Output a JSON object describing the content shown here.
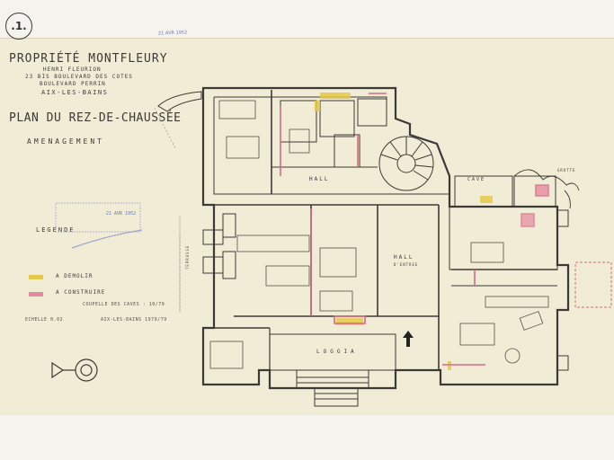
{
  "sheet_number": ".1.",
  "stamp_date": "21 AVR 1952",
  "title": {
    "property": "PROPRIÉTÉ MONTFLEURY",
    "owner": "HENRI FLEURION",
    "address1": "23 BIS BOULEVARD DES COTES",
    "address2": "BOULEVARD PERRIN",
    "city": "AIX-LES-BAINS",
    "plan": "PLAN DU REZ-DE-CHAUSSÉE",
    "subtitle": "AMENAGEMENT"
  },
  "legend": {
    "heading": "LEGENDE",
    "items": [
      {
        "label": "A DEMOLIR",
        "color": "#e6c84a"
      },
      {
        "label": "A CONSTRUIRE",
        "color": "#e58aa0"
      }
    ]
  },
  "footer": {
    "scale": "ECHELLE 0.02",
    "place_date": "AIX-LES-BAINS 1979/79",
    "note": "COUPELLE DES CAVES : 10/79",
    "stamp": "21 AVR 1952"
  },
  "rooms": {
    "hall_upper": "HALL",
    "hall_lower": "HALL",
    "hall_lower_sub": "D'ENTREE",
    "loggia": "LOGGIA",
    "cave": "CAVE",
    "grotte": "GROTTE",
    "terrasse": "TERRASSE"
  },
  "colors": {
    "paper": "#f1ecd6",
    "ink": "#3c3a36",
    "demolish": "#e6c84a",
    "construct": "#e58aa0",
    "stamp_blue": "#6a74b8"
  }
}
